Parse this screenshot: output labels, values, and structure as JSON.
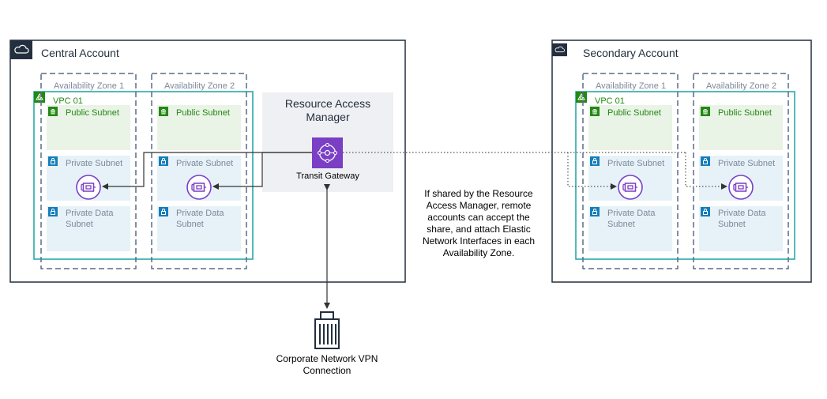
{
  "colors": {
    "account_border": "#232f3e",
    "az_border": "#5a6b86",
    "vpc_border": "#1ba3a3",
    "public_fill": "#e9f3e6",
    "private_fill": "#e6f2f8",
    "public_icon": "#248814",
    "private_icon": "#147eba",
    "ram_fill": "#eff0f3",
    "tgw_icon": "#7a3fc4",
    "eni_icon": "#7a3fc4"
  },
  "central": {
    "title": "Central Account",
    "icon": "cloud-icon",
    "az1_label": "Availability Zone 1",
    "az2_label": "Availability Zone 2",
    "vpc_label": "VPC 01",
    "public_subnet": "Public Subnet",
    "private_subnet": "Private Subnet",
    "private_data_subnet": "Private Data Subnet"
  },
  "secondary": {
    "title": "Secondary Account",
    "icon": "cloud-icon",
    "az1_label": "Availability Zone 1",
    "az2_label": "Availability Zone 2",
    "vpc_label": "VPC 01",
    "public_subnet": "Public Subnet",
    "private_subnet": "Private Subnet",
    "private_data_subnet": "Private Data Subnet"
  },
  "ram": {
    "title": "Resource Access Manager",
    "tgw_label": "Transit Gateway",
    "tgw_icon": "transit-gateway-icon"
  },
  "note": "If shared by the Resource Access Manager, remote accounts can accept the share, and attach Elastic Network Interfaces in each Availability Zone.",
  "corporate": {
    "label": "Corporate Network VPN Connection",
    "icon": "building-icon"
  }
}
